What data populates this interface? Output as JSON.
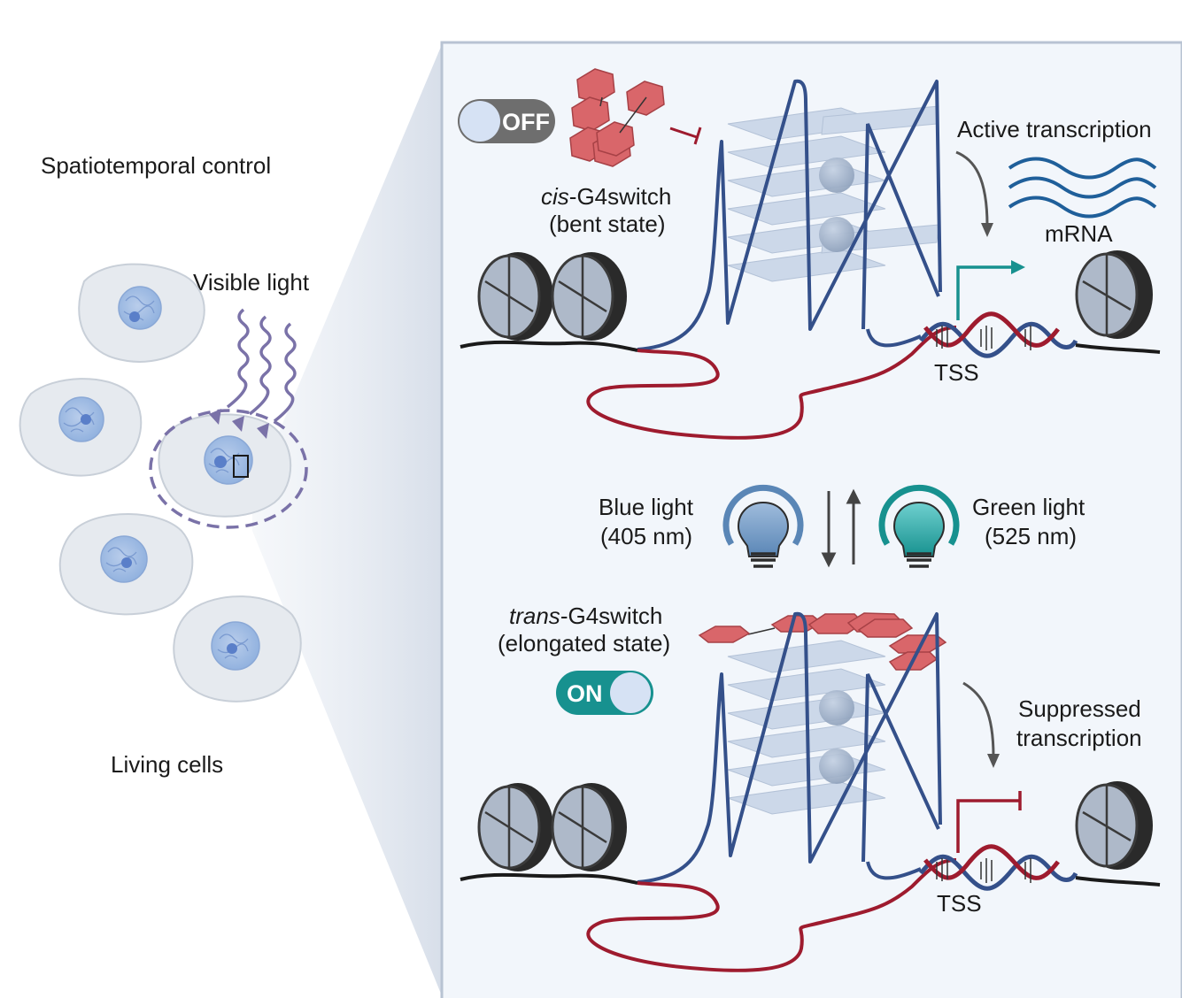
{
  "left": {
    "title": "Spatiotemporal control",
    "light_label": "Visible light",
    "cells_label": "Living cells"
  },
  "top": {
    "toggle": "OFF",
    "switch_prefix": "cis",
    "switch_suffix": "-G4switch",
    "state": "(bent state)",
    "transcription": "Active transcription",
    "mrna": "mRNA",
    "tss": "TSS"
  },
  "middle": {
    "blue_line1": "Blue light",
    "blue_line2": "(405 nm)",
    "green_line1": "Green light",
    "green_line2": "(525 nm)"
  },
  "bottom": {
    "toggle": "ON",
    "switch_prefix": "trans",
    "switch_suffix": "-G4switch",
    "state": "(elongated state)",
    "transcription_line1": "Suppressed",
    "transcription_line2": "transcription",
    "tss": "TSS"
  },
  "colors": {
    "panel_border": "#b8c3d3",
    "panel_bg": "#f2f6fb",
    "dna_blue": "#34508a",
    "dna_red": "#9e1b2e",
    "hexagon": "#d9666a",
    "teal": "#17918f",
    "blue_bulb": "#5a86b6",
    "light_wave": "#7a72a8"
  }
}
